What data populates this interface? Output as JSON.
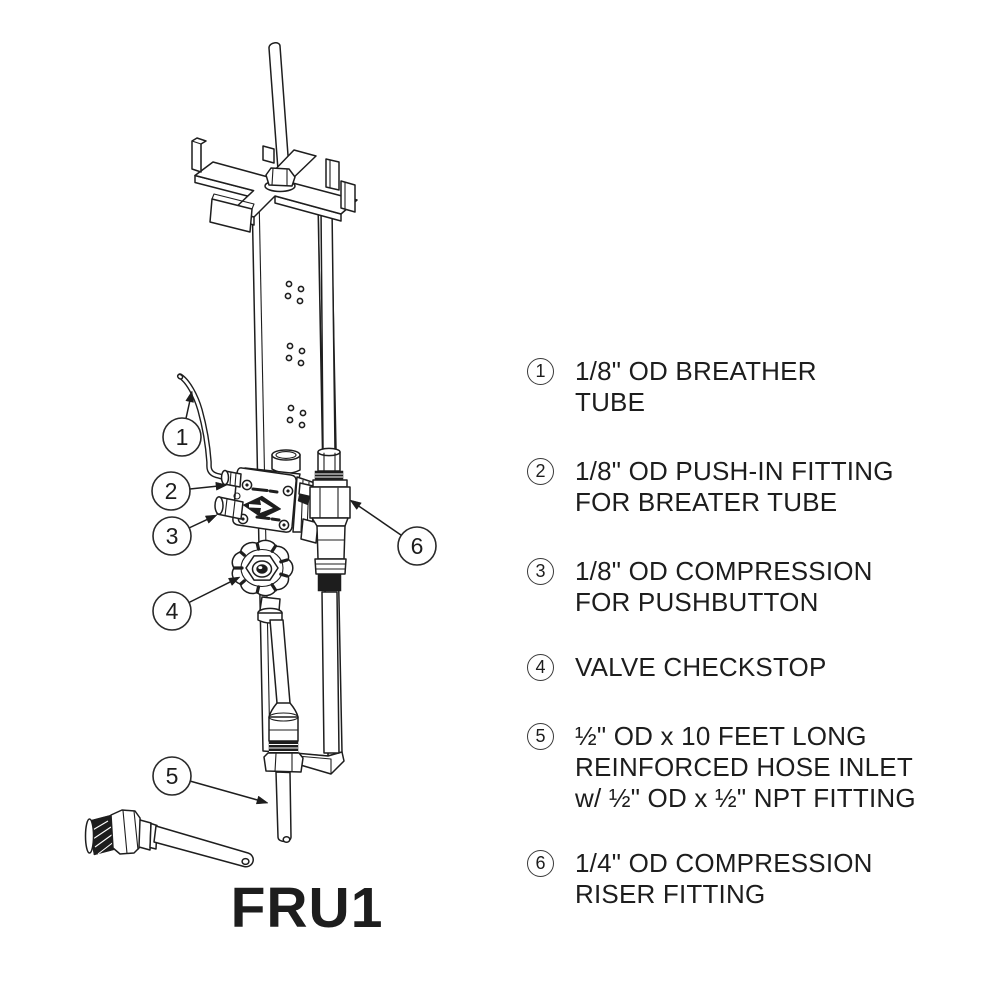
{
  "page": {
    "background": "#ffffff",
    "ink": "#1d1d1d"
  },
  "diagram": {
    "model_label": "FRU1",
    "callouts": [
      {
        "num": "1",
        "part": "breather-tube"
      },
      {
        "num": "2",
        "part": "push-in-fitting-for-breather-tube"
      },
      {
        "num": "3",
        "part": "compression-fitting-for-pushbutton"
      },
      {
        "num": "4",
        "part": "valve-checkstop"
      },
      {
        "num": "5",
        "part": "reinforced-hose-inlet"
      },
      {
        "num": "6",
        "part": "compression-riser-fitting"
      }
    ]
  },
  "legend": {
    "items": [
      {
        "num": "1",
        "lines": [
          "1/8\" OD BREATHER",
          "TUBE"
        ]
      },
      {
        "num": "2",
        "lines": [
          "1/8\" OD PUSH-IN FITTING",
          "FOR BREATER TUBE"
        ]
      },
      {
        "num": "3",
        "lines": [
          "1/8\" OD COMPRESSION",
          "FOR PUSHBUTTON"
        ]
      },
      {
        "num": "4",
        "lines": [
          "VALVE CHECKSTOP"
        ]
      },
      {
        "num": "5",
        "lines": [
          "½\" OD x 10 FEET LONG",
          "REINFORCED HOSE INLET",
          "w/ ½\" OD x ½\" NPT FITTING"
        ]
      },
      {
        "num": "6",
        "lines": [
          "1/4\" OD COMPRESSION",
          "RISER FITTING"
        ]
      }
    ]
  }
}
